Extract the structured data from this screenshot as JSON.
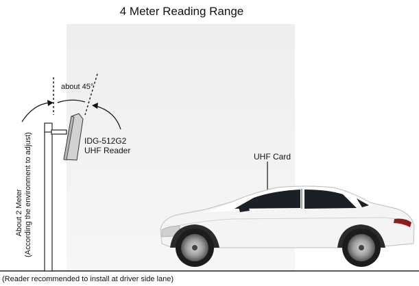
{
  "diagram": {
    "title": "4 Meter Reading Range",
    "angle_label": "about 45°",
    "reader": {
      "model": "IDG-512G2",
      "type": "UHF Reader"
    },
    "card_label": "UHF Card",
    "height_label": {
      "line1": "About 2 Meter",
      "line2": "(According the environment to adjust)"
    },
    "footnote": "(Reader recommended to install at driver side lane)",
    "colors": {
      "range_zone": "#e9e9ea",
      "pole": "#ffffff",
      "ground": "#222222",
      "car_body": "#f4f4f4",
      "car_glass": "#1b1f26"
    }
  }
}
